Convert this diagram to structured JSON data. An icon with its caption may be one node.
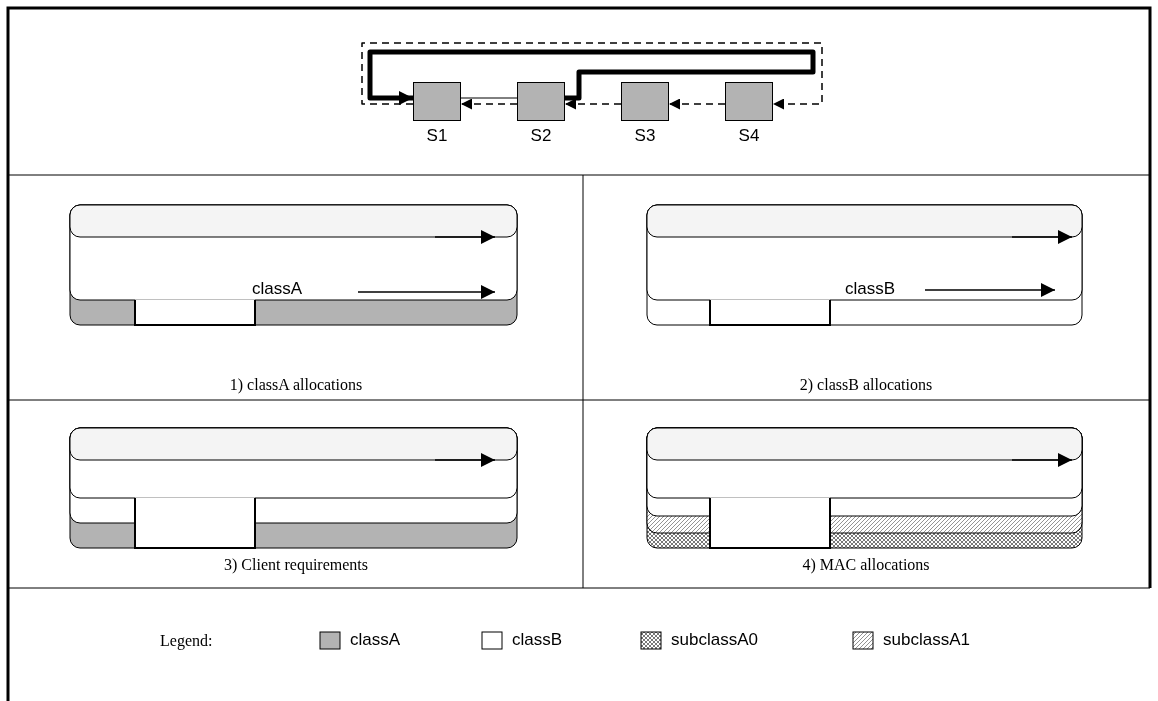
{
  "diagram": {
    "nodes": [
      {
        "text": [],
        "shape": "box",
        "beside": [
          "S1"
        ]
      },
      {
        "text": [],
        "shape": "box",
        "beside": [
          "S2"
        ]
      },
      {
        "text": [],
        "shape": "box",
        "beside": [
          "S3"
        ]
      },
      {
        "text": [],
        "shape": "box",
        "beside": [
          "S4"
        ]
      }
    ],
    "edges": [
      {
        "from": 1,
        "to": 0,
        "arrow": "to",
        "style": "thick"
      },
      {
        "from": 1,
        "to": 0,
        "arrow": "none"
      },
      {
        "from": 1,
        "to": 0,
        "arrow": "to",
        "style": "dashed"
      },
      {
        "from": 2,
        "to": 1,
        "arrow": "to",
        "style": "dashed"
      },
      {
        "from": 3,
        "to": 2,
        "arrow": "to",
        "style": "dashed"
      },
      {
        "from": 0,
        "to": 3,
        "arrow": "to",
        "style": "dashed"
      }
    ],
    "labels": [
      "classA",
      "classB",
      "1) classA allocations",
      "2) classB allocations",
      "3) Client requirements",
      "4) MAC allocations",
      "Legend:"
    ],
    "legend": [
      {
        "text": "classA",
        "color": "#b3b3b3"
      },
      {
        "text": "classB",
        "color": "#ffffff"
      },
      {
        "text": "subclassA0"
      },
      {
        "text": "subclassA1"
      }
    ]
  }
}
